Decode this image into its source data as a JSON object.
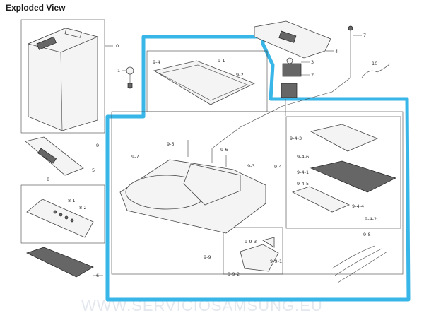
{
  "title": "Exploded View",
  "watermark": "WWW.SERVICIOSAMSUNG.EU",
  "colors": {
    "highlight": "#38b6e8",
    "line": "#444444",
    "watermark": "#e3e8ee"
  },
  "labels": {
    "p0": "0",
    "p1": "1",
    "p2": "2",
    "p3": "3",
    "p4": "4",
    "p5": "5",
    "p6": "6",
    "p7": "7",
    "p8": "8",
    "p9": "9",
    "p10": "10",
    "p8_1": "8-1",
    "p8_2": "8-2",
    "p9_1": "9-1",
    "p9_2": "9-2",
    "p9_3": "9-3",
    "p9_4": "9-4",
    "p9_4b": "9-4",
    "p9_4_1": "9-4-1",
    "p9_4_2": "9-4-2",
    "p9_4_3": "9-4-3",
    "p9_4_4": "9-4-4",
    "p9_4_5": "9-4-5",
    "p9_4_6": "9-4-6",
    "p9_5": "9-5",
    "p9_6": "9-6",
    "p9_7": "9-7",
    "p9_8": "9-8",
    "p9_9": "9-9",
    "p9_9_1": "9-9-1",
    "p9_9_2": "9-9-2",
    "p9_9_3": "9-9-3"
  }
}
